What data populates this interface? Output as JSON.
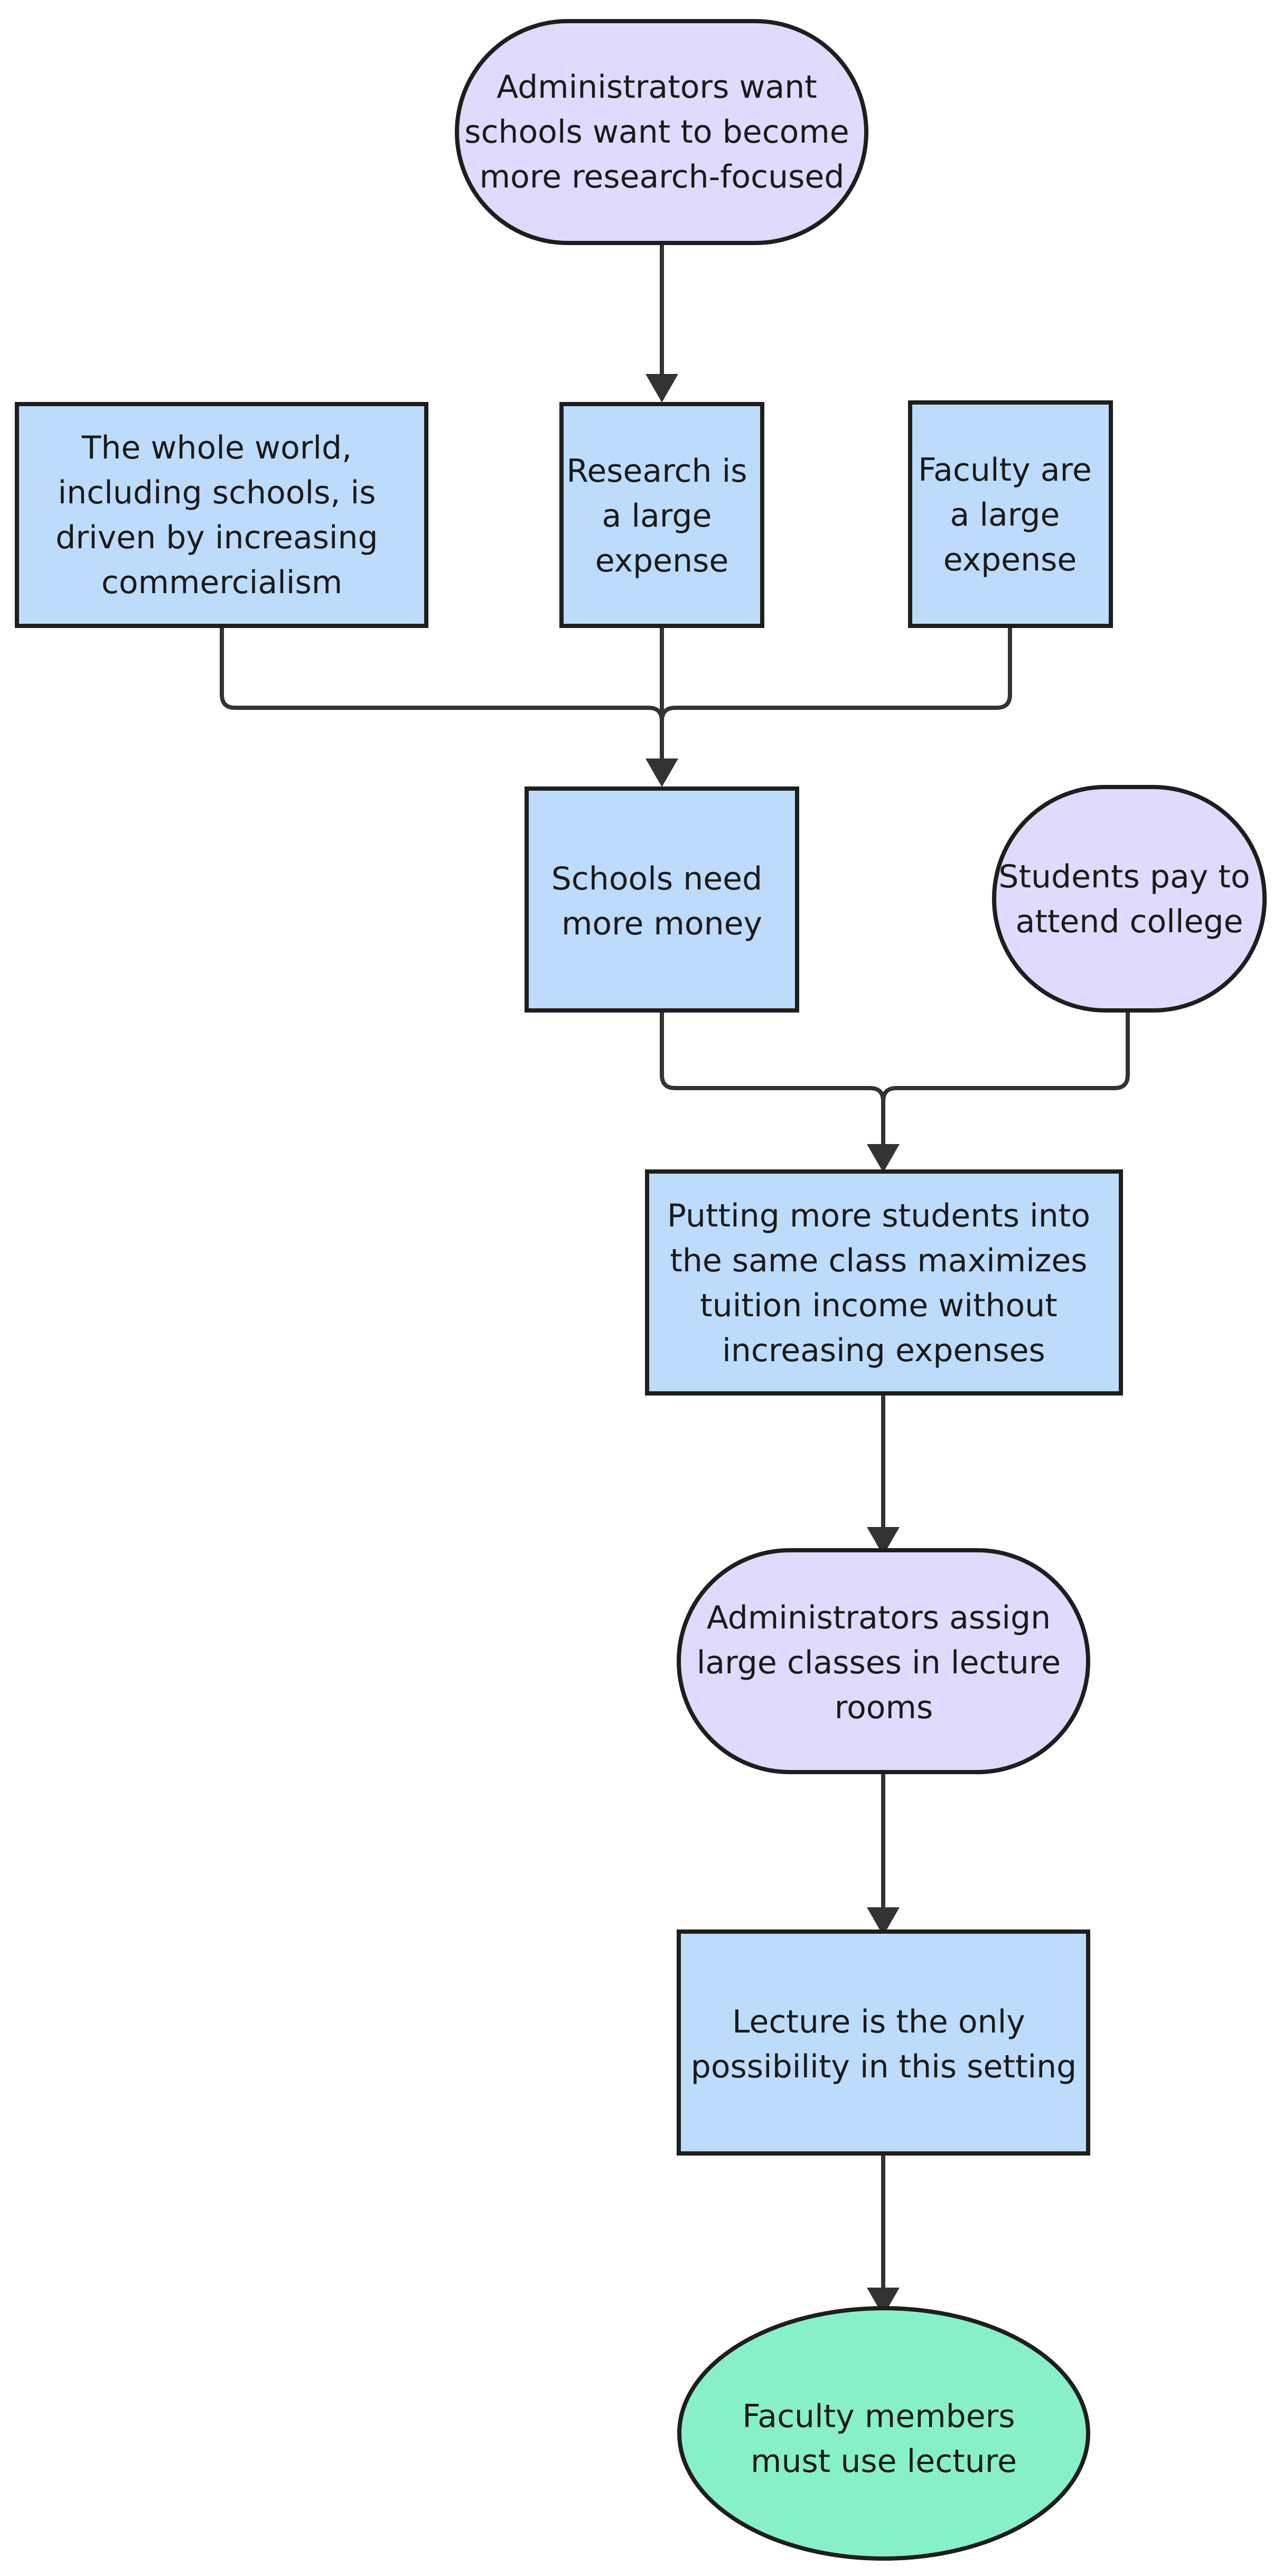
{
  "nodes": {
    "admin_research": {
      "lines": [
        "Administrators want",
        "schools want to become",
        "more research-focused"
      ]
    },
    "commercialism": {
      "lines": [
        "The whole world,",
        "including schools, is",
        "driven by increasing",
        "commercialism"
      ]
    },
    "research_expense": {
      "lines": [
        "Research is",
        "a large",
        "expense"
      ]
    },
    "faculty_expense": {
      "lines": [
        "Faculty are",
        "a large",
        "expense"
      ]
    },
    "need_money": {
      "lines": [
        "Schools need",
        "more money"
      ]
    },
    "students_pay": {
      "lines": [
        "Students pay to",
        "attend college"
      ]
    },
    "more_students": {
      "lines": [
        "Putting more students into",
        "the same class maximizes",
        "tuition income without",
        "increasing expenses"
      ]
    },
    "large_classes": {
      "lines": [
        "Administrators assign",
        "large classes in lecture",
        "rooms"
      ]
    },
    "lecture_only": {
      "lines": [
        "Lecture is the only",
        "possibility in this setting"
      ]
    },
    "must_lecture": {
      "lines": [
        "Faculty members",
        "must use lecture"
      ]
    }
  },
  "colors": {
    "process_box": "#bddcfc",
    "event_pill": "#e0dafc",
    "terminal": "#88f0c8",
    "stroke": "#1e1e1e",
    "edge": "#333333"
  }
}
